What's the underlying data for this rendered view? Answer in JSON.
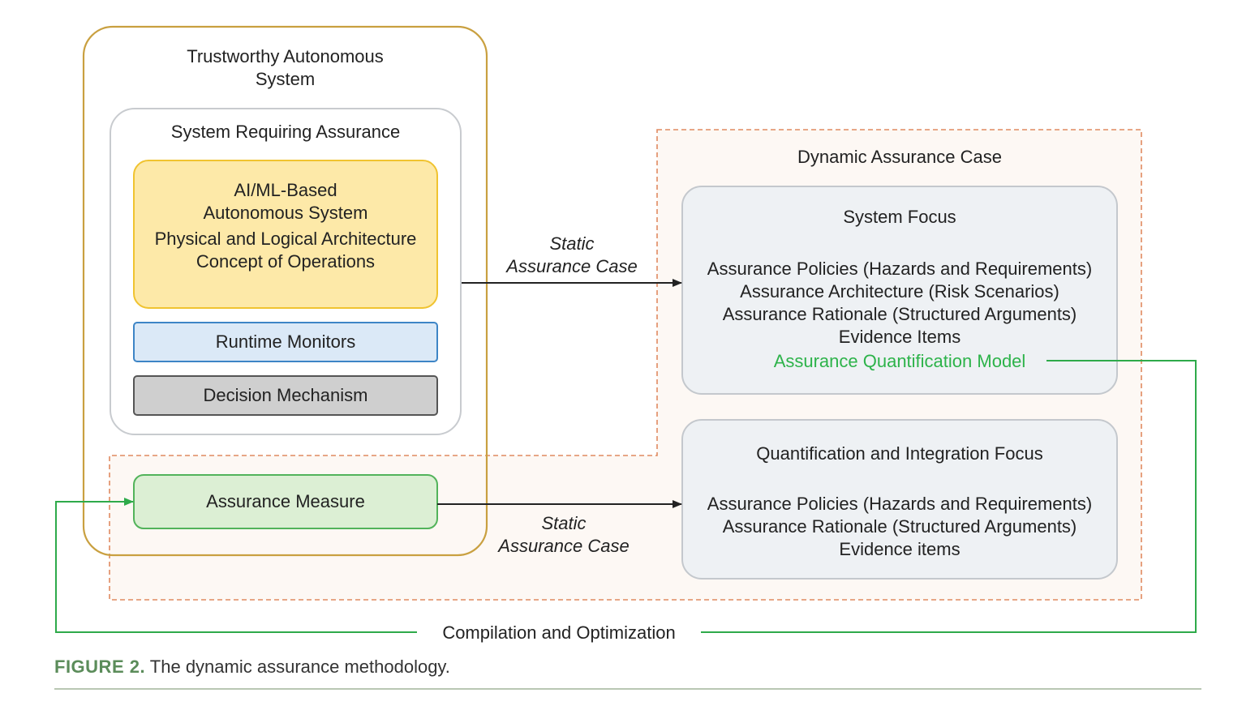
{
  "diagram": {
    "trustworthy_title": [
      "Trustworthy Autonomous",
      "System"
    ],
    "sra_title": "System Requiring Assurance",
    "ai_box": {
      "lines": [
        "AI/ML-Based",
        "Autonomous System",
        "",
        "Physical and Logical Architecture",
        "Concept of Operations"
      ]
    },
    "runtime_monitors": "Runtime Monitors",
    "decision_mechanism": "Decision Mechanism",
    "assurance_measure": "Assurance Measure",
    "dac_title": "Dynamic Assurance Case",
    "system_focus": {
      "title": "System Focus",
      "items": [
        "Assurance Policies (Hazards and Requirements)",
        "Assurance Architecture (Risk Scenarios)",
        "Assurance Rationale (Structured Arguments)",
        "Evidence Items"
      ],
      "highlight": "Assurance Quantification Model"
    },
    "quant_focus": {
      "title": "Quantification and Integration Focus",
      "items": [
        "Assurance Policies (Hazards and Requirements)",
        "Assurance Rationale (Structured Arguments)",
        "Evidence items"
      ]
    },
    "arrow_top_label": [
      "Static",
      "Assurance Case"
    ],
    "arrow_bottom_label": [
      "Static",
      "Assurance Case"
    ],
    "feedback_label": "Compilation and Optimization"
  },
  "caption": {
    "label": "FIGURE 2.",
    "text": " The dynamic assurance methodology."
  },
  "colors": {
    "gold_border": "#c9a040",
    "yellow_fill": "#fde9a8",
    "yellow_border": "#f0c330",
    "blue_fill": "#dbe9f7",
    "blue_border": "#3d85c6",
    "gray_fill": "#cfcfcf",
    "green_fill": "#dcefd4",
    "green_line": "#2eaa4a",
    "green_text": "#2db34a",
    "dashed_orange": "#e08a60",
    "focus_fill": "#eef1f4",
    "focus_border": "#c4c8cd"
  }
}
